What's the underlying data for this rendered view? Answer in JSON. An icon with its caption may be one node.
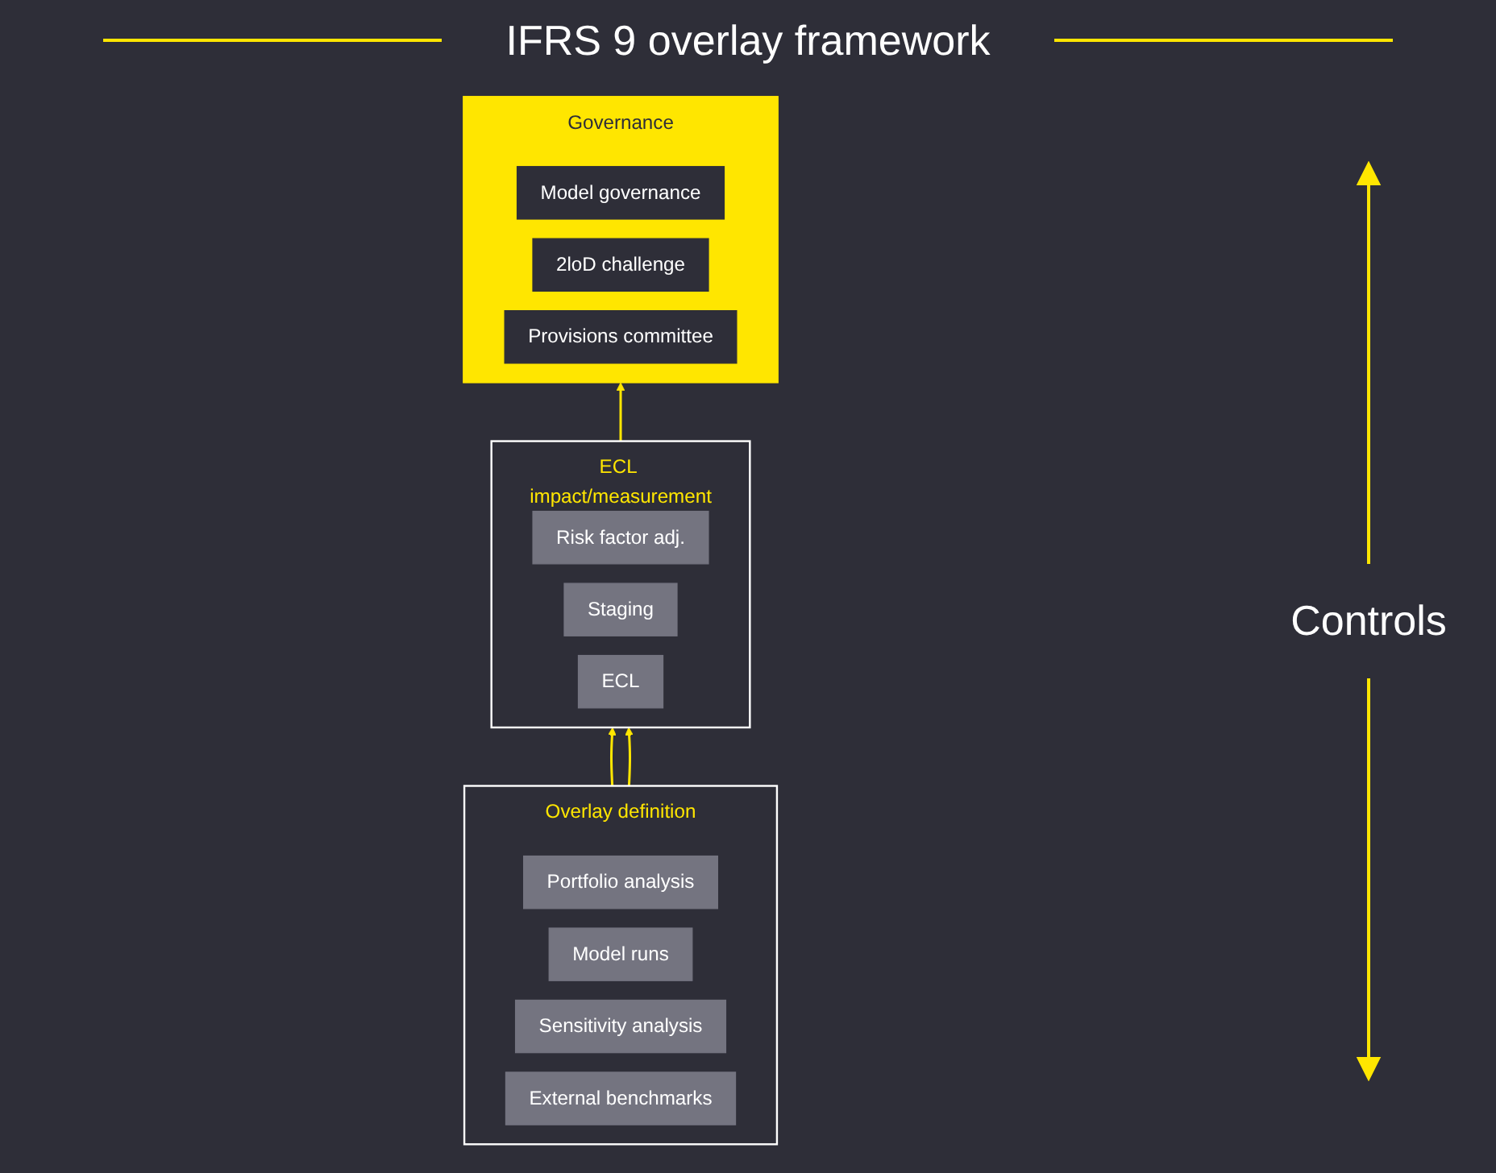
{
  "diagram": {
    "title": "IFRS 9 overlay framework",
    "nodes": [
      {
        "text": [
          "Governance"
        ]
      },
      {
        "text": [
          "Model governance"
        ],
        "in": 0
      },
      {
        "text": [
          "2loD challenge"
        ],
        "in": 0
      },
      {
        "text": [
          "Provisions committee"
        ],
        "in": 0
      },
      {
        "text": [
          "ECL impact/measurement"
        ]
      },
      {
        "text": [
          "Risk factor adj."
        ],
        "in": 4
      },
      {
        "text": [
          "Staging"
        ],
        "in": 4
      },
      {
        "text": [
          "ECL"
        ],
        "in": 4
      },
      {
        "text": [
          "Overlay definition"
        ]
      },
      {
        "text": [
          "Portfolio analysis"
        ],
        "in": 8
      },
      {
        "text": [
          "Model runs"
        ],
        "in": 8
      },
      {
        "text": [
          "Sensitivity analysis"
        ],
        "in": 8
      },
      {
        "text": [
          "External benchmarks"
        ],
        "in": 8
      }
    ],
    "edges": [
      {
        "from": 4,
        "to": 0,
        "arrow": "to"
      },
      {
        "from": 8,
        "to": 4,
        "arrow": "to"
      },
      {
        "from": 8,
        "to": 4,
        "arrow": "to"
      }
    ],
    "labels": [
      "Controls"
    ]
  }
}
